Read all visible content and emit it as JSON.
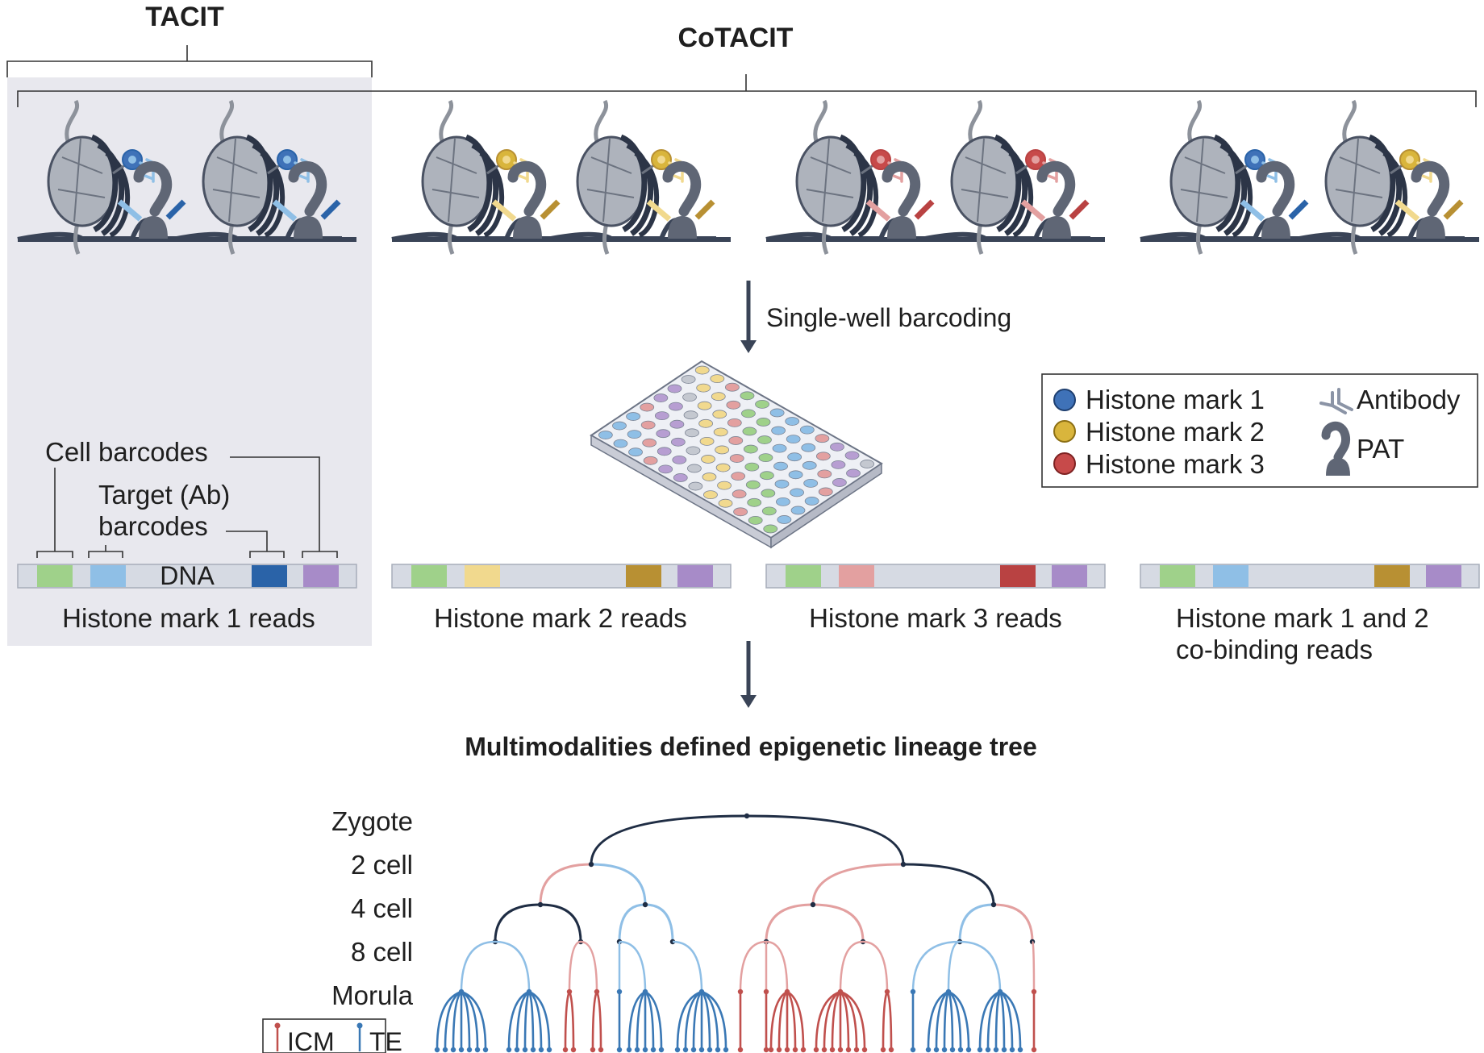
{
  "titles": {
    "tacit": "TACIT",
    "cotacit": "CoTACIT",
    "step1": "Single-well barcoding",
    "tree_title": "Multimodalities defined epigenetic lineage tree"
  },
  "legend": {
    "mark1": "Histone mark 1",
    "mark2": "Histone mark 2",
    "mark3": "Histone mark 3",
    "antibody": "Antibody",
    "pat": "PAT"
  },
  "read_labels": {
    "cell_barcodes": "Cell barcodes",
    "target_line1": "Target (Ab)",
    "target_line2": "barcodes",
    "dna": "DNA",
    "reads1": "Histone mark 1 reads",
    "reads2": "Histone mark 2 reads",
    "reads3": "Histone mark 3 reads",
    "reads12_line1": "Histone mark 1 and 2",
    "reads12_line2": "co-binding reads"
  },
  "stages": {
    "zygote": "Zygote",
    "cell2": "2 cell",
    "cell4": "4 cell",
    "cell8": "8 cell",
    "morula": "Morula"
  },
  "tree_legend": {
    "icm": "ICM",
    "te": "TE"
  },
  "colors": {
    "mark1": "#3f72b8",
    "mark2": "#d9b53c",
    "mark3": "#c74a4a",
    "icm": "#c0504d",
    "te": "#3a78b5",
    "dark_lineage": "#1f2d44"
  }
}
